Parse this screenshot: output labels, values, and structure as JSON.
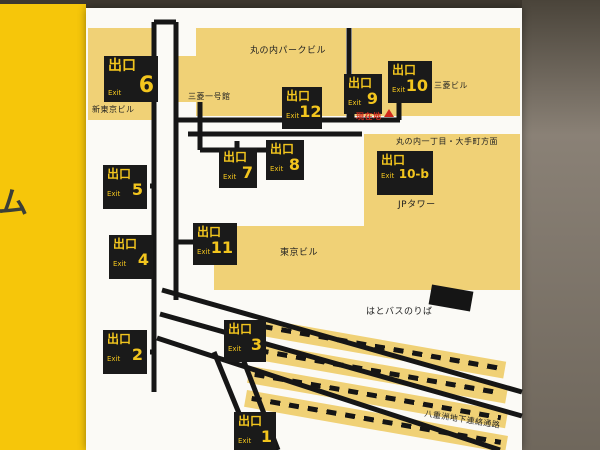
{
  "sign": {
    "left_text": "ム",
    "current_location": "現在地",
    "direction_note": "丸の内一丁目・大手町方面",
    "buildings": {
      "marunouchi_park": "丸の内パークビル",
      "mitsubishi_bldg": "三菱ビル",
      "shin_tokyo_bldg": "新東京ビル",
      "mitsubishi_ichigokan": "三菱一号館",
      "jp_tower": "JPタワー",
      "tokyo_bldg": "東京ビル",
      "hato_bus": "はとバスのりば",
      "yaesu_passage": "八重洲地下連絡通路"
    },
    "exits": {
      "e1": {
        "kanji": "出口",
        "en": "Exit",
        "num": "1"
      },
      "e2": {
        "kanji": "出口",
        "en": "Exit",
        "num": "2"
      },
      "e3": {
        "kanji": "出口",
        "en": "Exit",
        "num": "3"
      },
      "e4": {
        "kanji": "出口",
        "en": "Exit",
        "num": "4"
      },
      "e5": {
        "kanji": "出口",
        "en": "Exit",
        "num": "5"
      },
      "e6": {
        "kanji": "出口",
        "en": "Exit",
        "num": "6"
      },
      "e7": {
        "kanji": "出口",
        "en": "Exit",
        "num": "7"
      },
      "e8": {
        "kanji": "出口",
        "en": "Exit",
        "num": "8"
      },
      "e9": {
        "kanji": "出口",
        "en": "Exit",
        "num": "9"
      },
      "e10": {
        "kanji": "出口",
        "en": "Exit",
        "num": "10"
      },
      "e10b": {
        "kanji": "出口",
        "en": "Exit",
        "num": "10-b"
      },
      "e11": {
        "kanji": "出口",
        "en": "Exit",
        "num": "11"
      },
      "e12": {
        "kanji": "出口",
        "en": "Exit",
        "num": "12"
      }
    },
    "colors": {
      "accent_yellow": "#f6c60a",
      "building_tan": "#f0d176",
      "exit_bg": "#1a1a1a",
      "exit_text": "#f2c51e",
      "marker_red": "#cf2a1d"
    }
  }
}
